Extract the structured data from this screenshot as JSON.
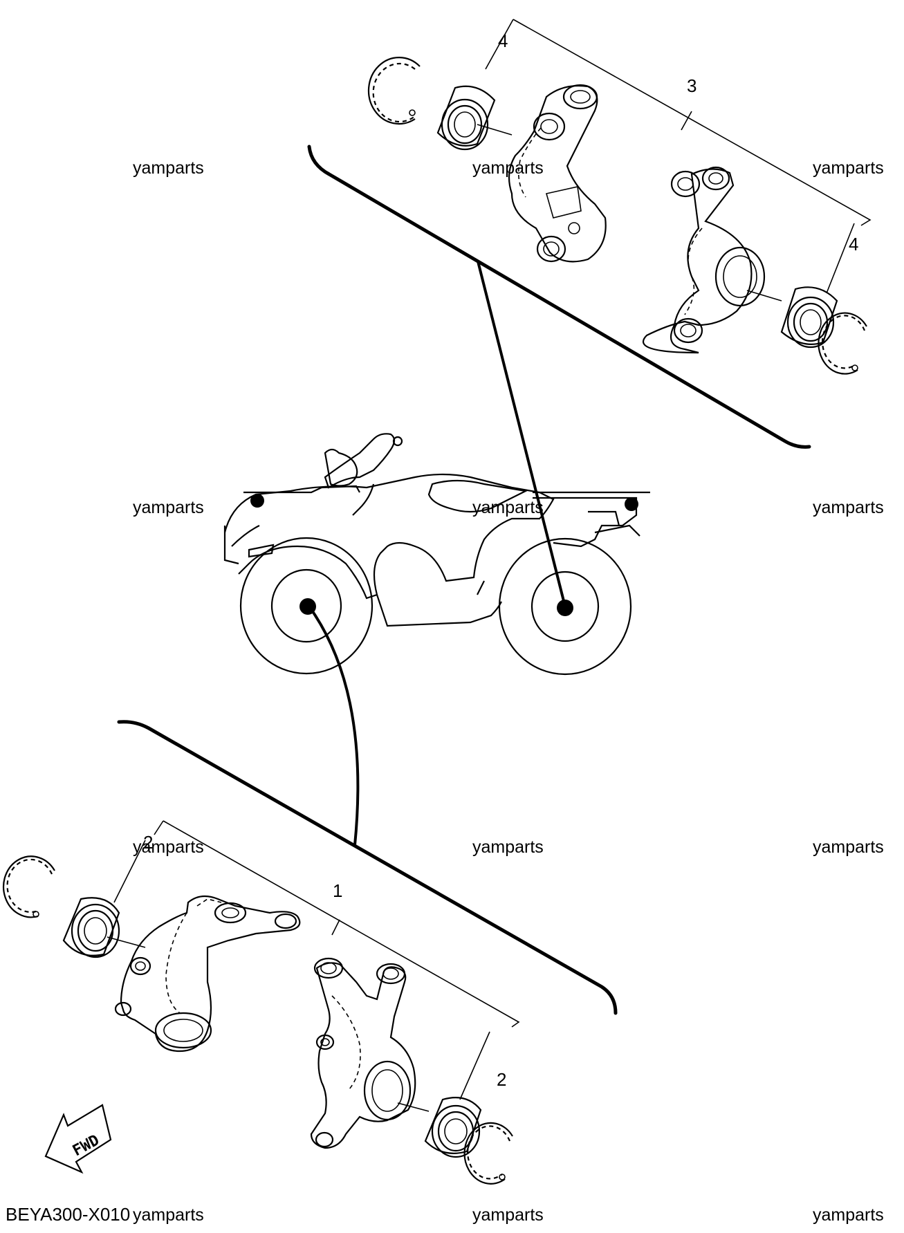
{
  "diagram": {
    "code": "BEYA300-X010",
    "fwd_label": "FWD",
    "watermark_text": "yamparts",
    "callouts": {
      "part_1": "1",
      "part_2_top": "2",
      "part_2_bottom": "2",
      "part_3": "3",
      "part_4_top": "4",
      "part_4_right": "4"
    }
  }
}
